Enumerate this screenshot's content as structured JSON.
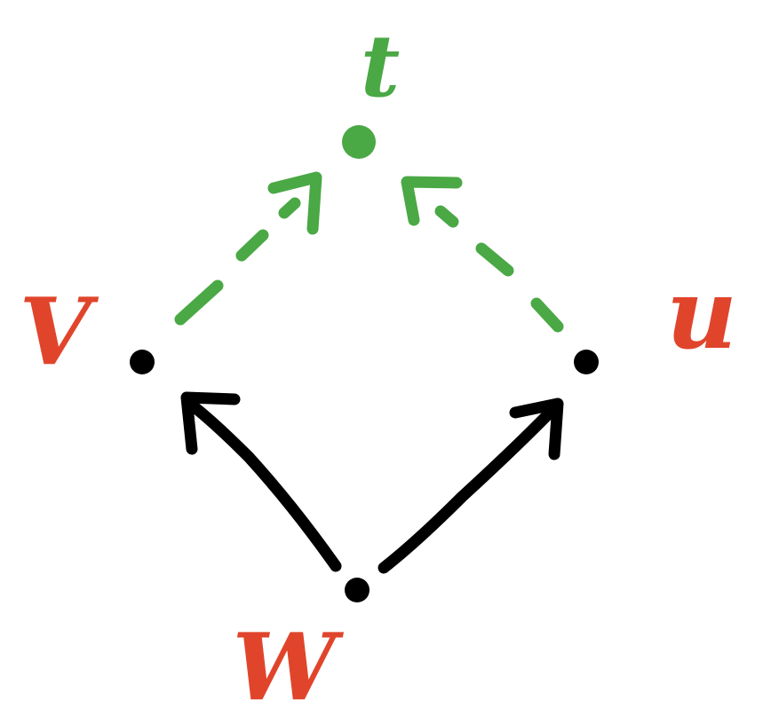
{
  "colors": {
    "label": "#e0452c",
    "top": "#4aa845",
    "edge_solid": "#000000",
    "node": "#000000"
  },
  "nodes": [
    {
      "id": "t",
      "label": "t",
      "color": "green"
    },
    {
      "id": "v",
      "label": "V",
      "color": "red"
    },
    {
      "id": "u",
      "label": "u",
      "color": "red"
    },
    {
      "id": "w",
      "label": "W",
      "color": "red"
    }
  ],
  "edges": [
    {
      "from": "v",
      "to": "t",
      "style": "dashed",
      "color": "green"
    },
    {
      "from": "u",
      "to": "t",
      "style": "dashed",
      "color": "green"
    },
    {
      "from": "w",
      "to": "v",
      "style": "solid",
      "color": "black"
    },
    {
      "from": "w",
      "to": "u",
      "style": "solid",
      "color": "black"
    }
  ]
}
